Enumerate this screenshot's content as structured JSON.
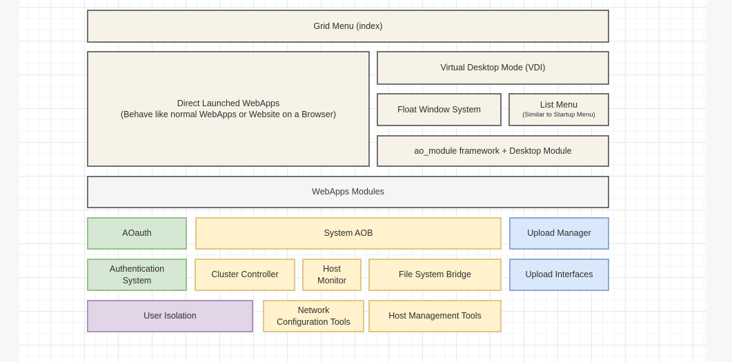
{
  "palette_colors": {
    "cream": {
      "fill": "#f7f2e7",
      "stroke": "#707070"
    },
    "gray": {
      "fill": "#f5f5f5",
      "stroke": "#707070"
    },
    "green": {
      "fill": "#d5e8d4",
      "stroke": "#97c08a"
    },
    "yellow": {
      "fill": "#fff2cc",
      "stroke": "#e0c685"
    },
    "blue": {
      "fill": "#dae8fc",
      "stroke": "#8aaad6"
    },
    "purple": {
      "fill": "#e1d5e7",
      "stroke": "#ab93bd"
    },
    "canvas_background": "#ffffff",
    "page_margin": "#f6f7f9",
    "grid_minor": "#f3f4f6",
    "grid_major": "#e7e8eb",
    "text": "#2e2e2e"
  },
  "nodes": [
    {
      "id": "grid-menu",
      "label": "Grid Menu (index)",
      "palette": "cream"
    },
    {
      "id": "direct-launched-webapps",
      "label": "Direct Launched WebApps\n(Behave like normal WebApps or Website on a Browser)",
      "palette": "cream"
    },
    {
      "id": "virtual-desktop-mode",
      "label": "Virtual Desktop Mode (VDI)",
      "palette": "cream"
    },
    {
      "id": "float-window-system",
      "label": "Float Window System",
      "palette": "cream"
    },
    {
      "id": "list-menu",
      "label": "List Menu",
      "sublabel": "(Similar to Startup Menu)",
      "palette": "cream"
    },
    {
      "id": "ao-module-framework",
      "label": "ao_module framework + Desktop Module",
      "palette": "cream"
    },
    {
      "id": "webapps-modules",
      "label": "WebApps Modules",
      "palette": "gray"
    },
    {
      "id": "aoauth",
      "label": "AOauth",
      "palette": "green"
    },
    {
      "id": "system-aob",
      "label": "System AOB",
      "palette": "yellow"
    },
    {
      "id": "upload-manager",
      "label": "Upload Manager",
      "palette": "blue"
    },
    {
      "id": "authentication-system",
      "label": "Authentication\nSystem",
      "palette": "green"
    },
    {
      "id": "cluster-controller",
      "label": "Cluster Controller",
      "palette": "yellow"
    },
    {
      "id": "host-monitor",
      "label": "Host\nMonitor",
      "palette": "yellow"
    },
    {
      "id": "file-system-bridge",
      "label": "File System Bridge",
      "palette": "yellow"
    },
    {
      "id": "upload-interfaces",
      "label": "Upload Interfaces",
      "palette": "blue"
    },
    {
      "id": "user-isolation",
      "label": "User Isolation",
      "palette": "purple"
    },
    {
      "id": "network-configuration-tools",
      "label": "Network\nConfiguration Tools",
      "palette": "yellow"
    },
    {
      "id": "host-management-tools",
      "label": "Host Management Tools",
      "palette": "yellow"
    }
  ]
}
